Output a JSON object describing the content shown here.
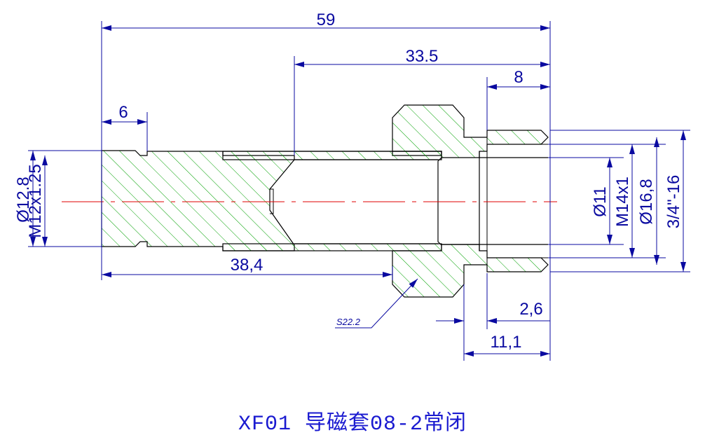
{
  "dimensions": {
    "overall_length": "59",
    "length_33_5": "33.5",
    "length_8": "8",
    "length_6": "6",
    "length_38_4": "38,4",
    "length_2_6": "2,6",
    "length_11_1": "11,1",
    "dia_12_8": "Ø12.8",
    "thread_m12": "M12x1.25",
    "dia_11": "Ø11",
    "thread_m14": "M14x1",
    "dia_16_8": "Ø16,8",
    "thread_3_4": "3/4\"-16",
    "hex_size": "S22.2"
  },
  "title": "XF01 导磁套08-2常闭",
  "colors": {
    "dimension": "#0a0aa0",
    "outline": "#000000",
    "hatch": "#00a000",
    "centerline": "#e00000",
    "title": "#1a1ad0"
  }
}
